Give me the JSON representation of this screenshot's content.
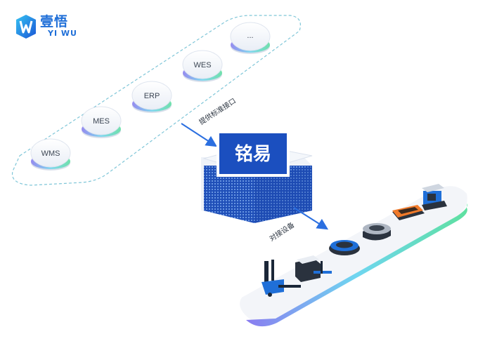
{
  "brand": {
    "name_cn": "壹悟",
    "name_en": "YI WU",
    "color": "#1f6fd8"
  },
  "systems": [
    {
      "label": "WMS"
    },
    {
      "label": "MES"
    },
    {
      "label": "ERP"
    },
    {
      "label": "WES"
    },
    {
      "label": "..."
    }
  ],
  "interface_label": "提供标准接口",
  "hub_label": "铭易",
  "device_label": "对接设备",
  "devices": [
    {
      "icon": "pallet-stacker-icon"
    },
    {
      "icon": "pallet-forklift-icon"
    },
    {
      "icon": "lifting-agv-icon"
    },
    {
      "icon": "gray-agv-icon"
    },
    {
      "icon": "orange-agv-icon"
    },
    {
      "icon": "box-lift-robot-icon"
    }
  ],
  "colors": {
    "accent": "#1f6fd8",
    "hub_blue": "#1b4fbf",
    "glow_green": "#5ee0a0",
    "glow_purple": "#8a7cf0"
  }
}
